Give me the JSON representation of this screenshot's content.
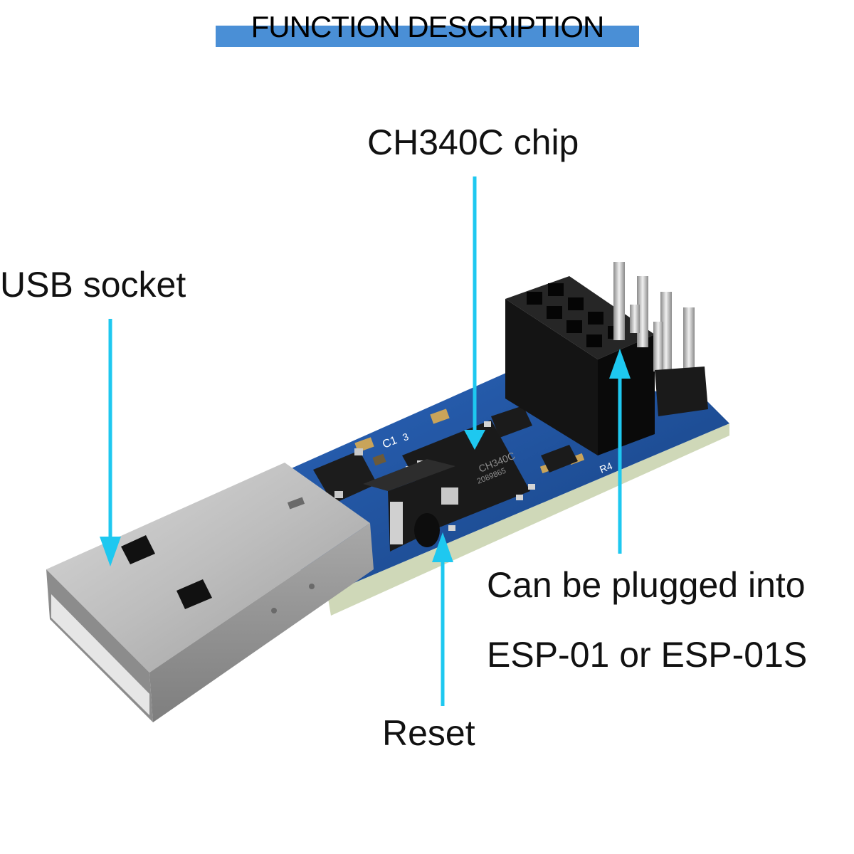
{
  "title": "FUNCTION DESCRIPTION",
  "labels": {
    "chip": "CH340C chip",
    "usb": "USB socket",
    "plug_line1": "Can be plugged into",
    "plug_line2": "ESP-01 or ESP-01S",
    "reset": "Reset"
  },
  "silkscreen": {
    "c1": "C1",
    "c3": "3",
    "r4": "R4",
    "chip_marking": "CH340C",
    "chip_code": "2089865"
  },
  "colors": {
    "title_bar": "#4a8fd6",
    "arrow": "#1ec8f0",
    "pcb": "#1f4f9a",
    "usb_metal": "#b9b9b9"
  }
}
